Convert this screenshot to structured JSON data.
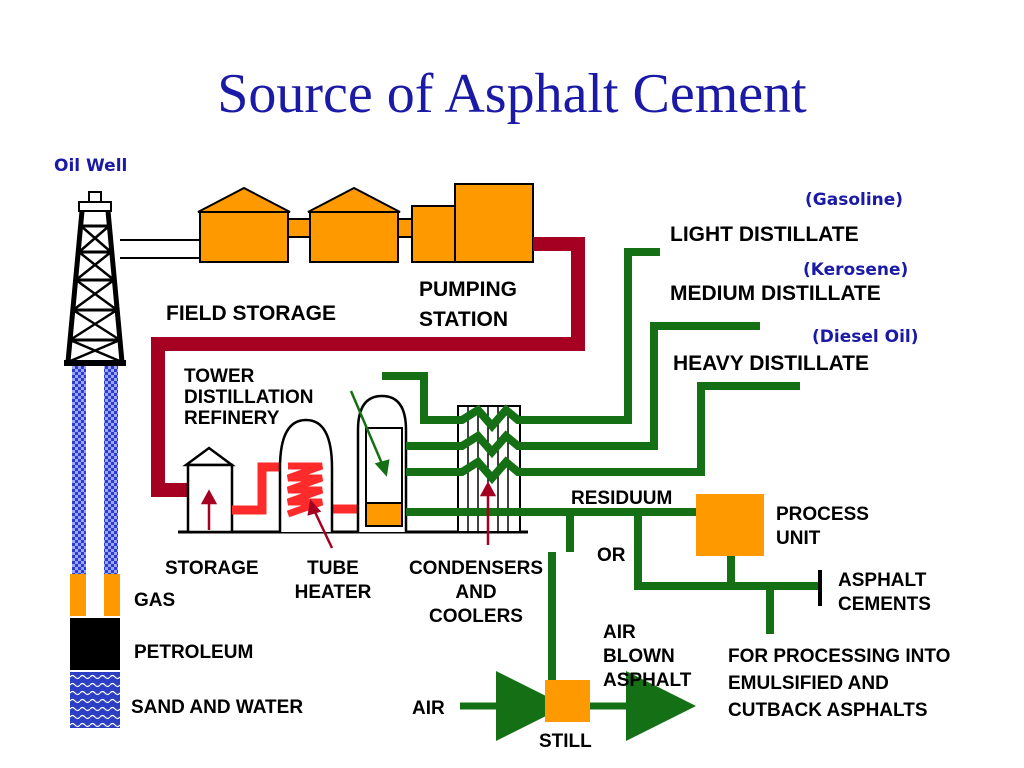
{
  "title": "Source of Asphalt Cement",
  "labels": {
    "oil_well": "Oil Well",
    "gas": "GAS",
    "petroleum": "PETROLEUM",
    "sand_water": "SAND AND WATER",
    "field_storage": "FIELD STORAGE",
    "pumping_station": [
      "PUMPING",
      "STATION"
    ],
    "tower_refinery": [
      "TOWER",
      "DISTILLATION",
      "REFINERY"
    ],
    "storage": "STORAGE",
    "tube_heater": [
      "TUBE",
      "HEATER"
    ],
    "condensers": [
      "CONDENSERS",
      "AND",
      "COOLERS"
    ],
    "gasoline": "(Gasoline)",
    "light_distillate": "LIGHT DISTILLATE",
    "kerosene": "(Kerosene)",
    "medium_distillate": "MEDIUM DISTILLATE",
    "diesel": "(Diesel Oil)",
    "heavy_distillate": "HEAVY DISTILLATE",
    "residuum": "RESIDUUM",
    "or": "OR",
    "process_unit": [
      "PROCESS",
      "UNIT"
    ],
    "asphalt_cements": [
      "ASPHALT",
      "CEMENTS"
    ],
    "air_blown": [
      "AIR",
      "BLOWN",
      "ASPHALT"
    ],
    "emulsified": [
      "FOR PROCESSING INTO",
      "EMULSIFIED AND",
      "CUTBACK ASPHALTS"
    ],
    "air": "AIR",
    "still": "STILL"
  },
  "colors": {
    "title": "#1a1aa6",
    "orange": "#ff9900",
    "crude_pipe": "#a50021",
    "product_pipe": "#157015",
    "red_pipe": "#ff2b2b",
    "well_blue": "#2a3fc4"
  }
}
